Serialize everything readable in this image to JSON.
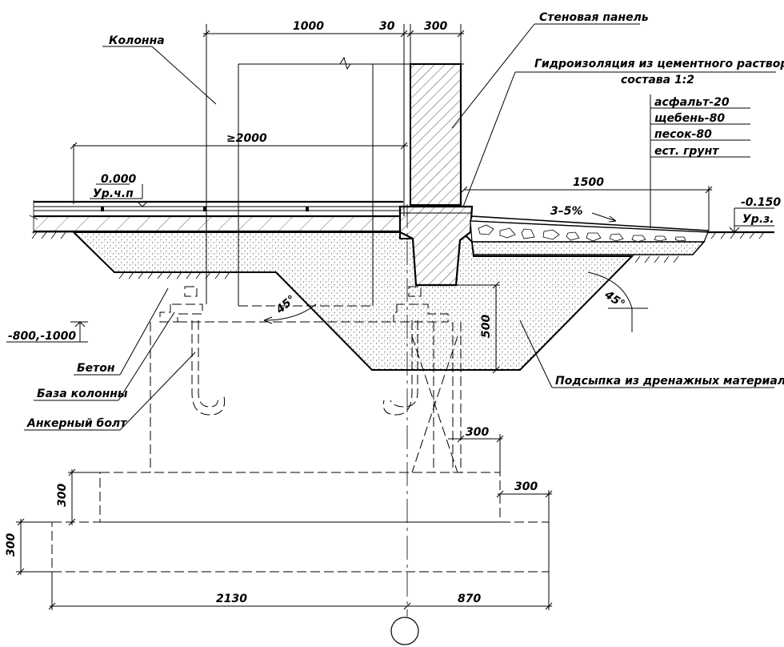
{
  "labels": {
    "kolonna": "Колонна",
    "stenovaya_panel": "Стеновая панель",
    "gidroizolyaciya_1": "Гидроизоляция из цементного раствора",
    "gidroizolyaciya_2": "состава 1:2",
    "beton": "Бетон",
    "baza_kolonny": "База колонны",
    "ankernyi_bolt": "Анкерный болт",
    "podsypka": "Подсыпка из дренажных материалов",
    "level_floor_value": "0.000",
    "level_floor_name": "Ур.ч.п",
    "level_ground_value": "-0.150",
    "level_ground_name": "Ур.з.",
    "level_depth": "-800,-1000",
    "slope": "3–5%"
  },
  "layers": [
    "асфальт-20",
    "щебень-80",
    "песок-80",
    "ест. грунт"
  ],
  "dimensions": {
    "d1000": "1000",
    "d30": "30",
    "d300_top": "300",
    "d2000": "≥2000",
    "d1500": "1500",
    "d500": "500",
    "d300_step": "300",
    "d300_right": "300",
    "d300_left_inner": "300",
    "d300_left_outer": "300",
    "d2130": "2130",
    "d870": "870",
    "angle_left": "45°",
    "angle_right": "45°"
  }
}
